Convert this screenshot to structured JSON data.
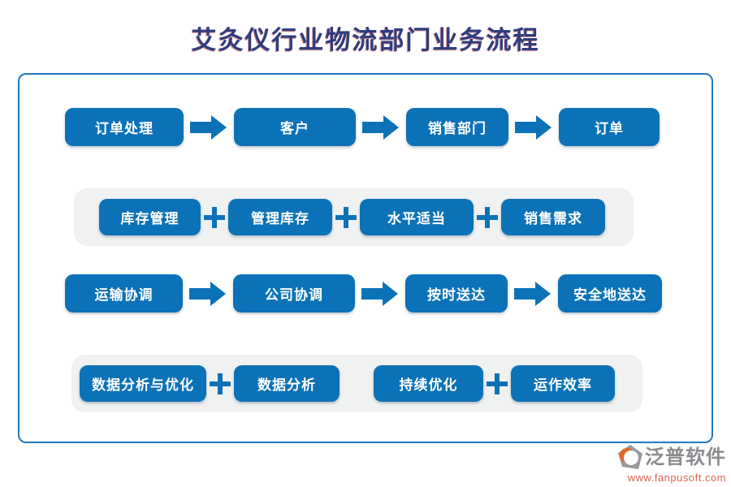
{
  "title": "艾灸仪行业物流部门业务流程",
  "flowchart": {
    "rows": [
      {
        "type": "sequence",
        "connector": "arrow",
        "items": [
          "订单处理",
          "客户",
          "销售部门",
          "订单"
        ]
      },
      {
        "type": "group",
        "connector": "plus",
        "items": [
          "库存管理",
          "管理库存",
          "水平适当",
          "销售需求"
        ]
      },
      {
        "type": "sequence",
        "connector": "arrow",
        "items": [
          "运输协调",
          "公司协调",
          "按时送达",
          "安全地送达"
        ]
      },
      {
        "type": "group",
        "connector": "plus",
        "items": [
          "数据分析与优化",
          "数据分析",
          "持续优化",
          "运作效率"
        ]
      }
    ]
  },
  "footer": {
    "brand": "泛普软件",
    "url": "www.fanpusoft.com"
  },
  "colors": {
    "node_blue": "#0c72b8",
    "title_navy": "#2f3d7e",
    "band_gray": "#f0f1f1",
    "frame_border": "#2478bb",
    "brand_gray": "#8a8c8f",
    "url_orange": "#dd6550",
    "logo_orange": "#e2662c",
    "logo_gray": "#97999c"
  }
}
